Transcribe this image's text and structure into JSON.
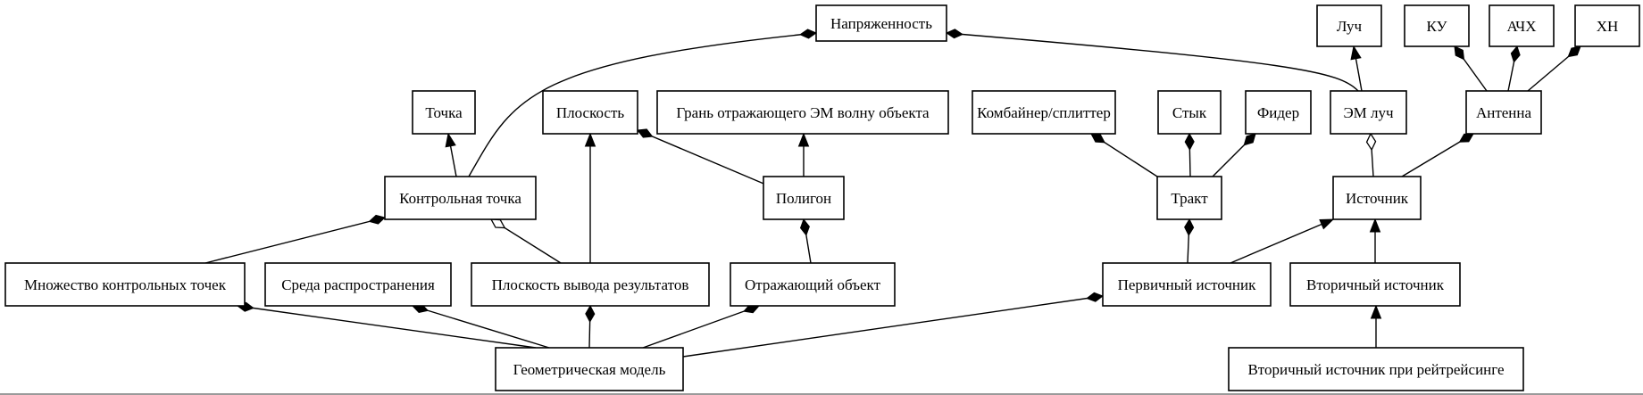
{
  "diagram": {
    "nodes": [
      {
        "id": "napr",
        "label": "Напряженность"
      },
      {
        "id": "luch",
        "label": "Луч"
      },
      {
        "id": "ku",
        "label": "КУ"
      },
      {
        "id": "achkh",
        "label": "АЧХ"
      },
      {
        "id": "khn",
        "label": "ХН"
      },
      {
        "id": "tochka",
        "label": "Точка"
      },
      {
        "id": "ploskost",
        "label": "Плоскость"
      },
      {
        "id": "gran",
        "label": "Грань отражающего ЭМ волну объекта"
      },
      {
        "id": "combiner",
        "label": "Комбайнер/сплиттер"
      },
      {
        "id": "styk",
        "label": "Стык"
      },
      {
        "id": "fider",
        "label": "Фидер"
      },
      {
        "id": "em_luch",
        "label": "ЭМ луч"
      },
      {
        "id": "antenna",
        "label": "Антенна"
      },
      {
        "id": "ktochka",
        "label": "Контрольная точка"
      },
      {
        "id": "poligon",
        "label": "Полигон"
      },
      {
        "id": "trakt",
        "label": "Тракт"
      },
      {
        "id": "istochnik",
        "label": "Источник"
      },
      {
        "id": "mnozh",
        "label": "Множество контрольных точек"
      },
      {
        "id": "sreda",
        "label": "Среда распространения"
      },
      {
        "id": "ploskost_vyv",
        "label": "Плоскость вывода результатов"
      },
      {
        "id": "otr_obj",
        "label": "Отражающий объект"
      },
      {
        "id": "perv",
        "label": "Первичный источник"
      },
      {
        "id": "vtor",
        "label": "Вторичный источник"
      },
      {
        "id": "geom",
        "label": "Геометрическая модель"
      },
      {
        "id": "vtor_ray",
        "label": "Вторичный источник при рейтрейсинге"
      }
    ],
    "edges": [
      {
        "from": "ktochka",
        "to": "napr",
        "marker": "filled-diamond"
      },
      {
        "from": "em_luch",
        "to": "napr",
        "marker": "filled-diamond"
      },
      {
        "from": "em_luch",
        "to": "luch",
        "marker": "arrow"
      },
      {
        "from": "antenna",
        "to": "ku",
        "marker": "filled-diamond"
      },
      {
        "from": "antenna",
        "to": "achkh",
        "marker": "filled-diamond"
      },
      {
        "from": "antenna",
        "to": "khn",
        "marker": "filled-diamond"
      },
      {
        "from": "ktochka",
        "to": "tochka",
        "marker": "arrow"
      },
      {
        "from": "ploskost_vyv",
        "to": "ploskost",
        "marker": "arrow"
      },
      {
        "from": "poligon",
        "to": "ploskost",
        "marker": "filled-diamond"
      },
      {
        "from": "poligon",
        "to": "gran",
        "marker": "arrow"
      },
      {
        "from": "trakt",
        "to": "combiner",
        "marker": "filled-diamond"
      },
      {
        "from": "trakt",
        "to": "styk",
        "marker": "filled-diamond"
      },
      {
        "from": "trakt",
        "to": "fider",
        "marker": "filled-diamond"
      },
      {
        "from": "istochnik",
        "to": "em_luch",
        "marker": "open-diamond"
      },
      {
        "from": "istochnik",
        "to": "antenna",
        "marker": "filled-diamond"
      },
      {
        "from": "mnozh",
        "to": "ktochka",
        "marker": "filled-diamond"
      },
      {
        "from": "ploskost_vyv",
        "to": "ktochka",
        "marker": "open-diamond"
      },
      {
        "from": "otr_obj",
        "to": "poligon",
        "marker": "filled-diamond"
      },
      {
        "from": "perv",
        "to": "trakt",
        "marker": "filled-diamond"
      },
      {
        "from": "perv",
        "to": "istochnik",
        "marker": "arrow"
      },
      {
        "from": "vtor",
        "to": "istochnik",
        "marker": "arrow"
      },
      {
        "from": "geom",
        "to": "mnozh",
        "marker": "filled-diamond"
      },
      {
        "from": "geom",
        "to": "sreda",
        "marker": "filled-diamond"
      },
      {
        "from": "geom",
        "to": "ploskost_vyv",
        "marker": "filled-diamond"
      },
      {
        "from": "geom",
        "to": "otr_obj",
        "marker": "filled-diamond"
      },
      {
        "from": "geom",
        "to": "perv",
        "marker": "filled-diamond"
      },
      {
        "from": "vtor_ray",
        "to": "vtor",
        "marker": "arrow"
      }
    ]
  }
}
